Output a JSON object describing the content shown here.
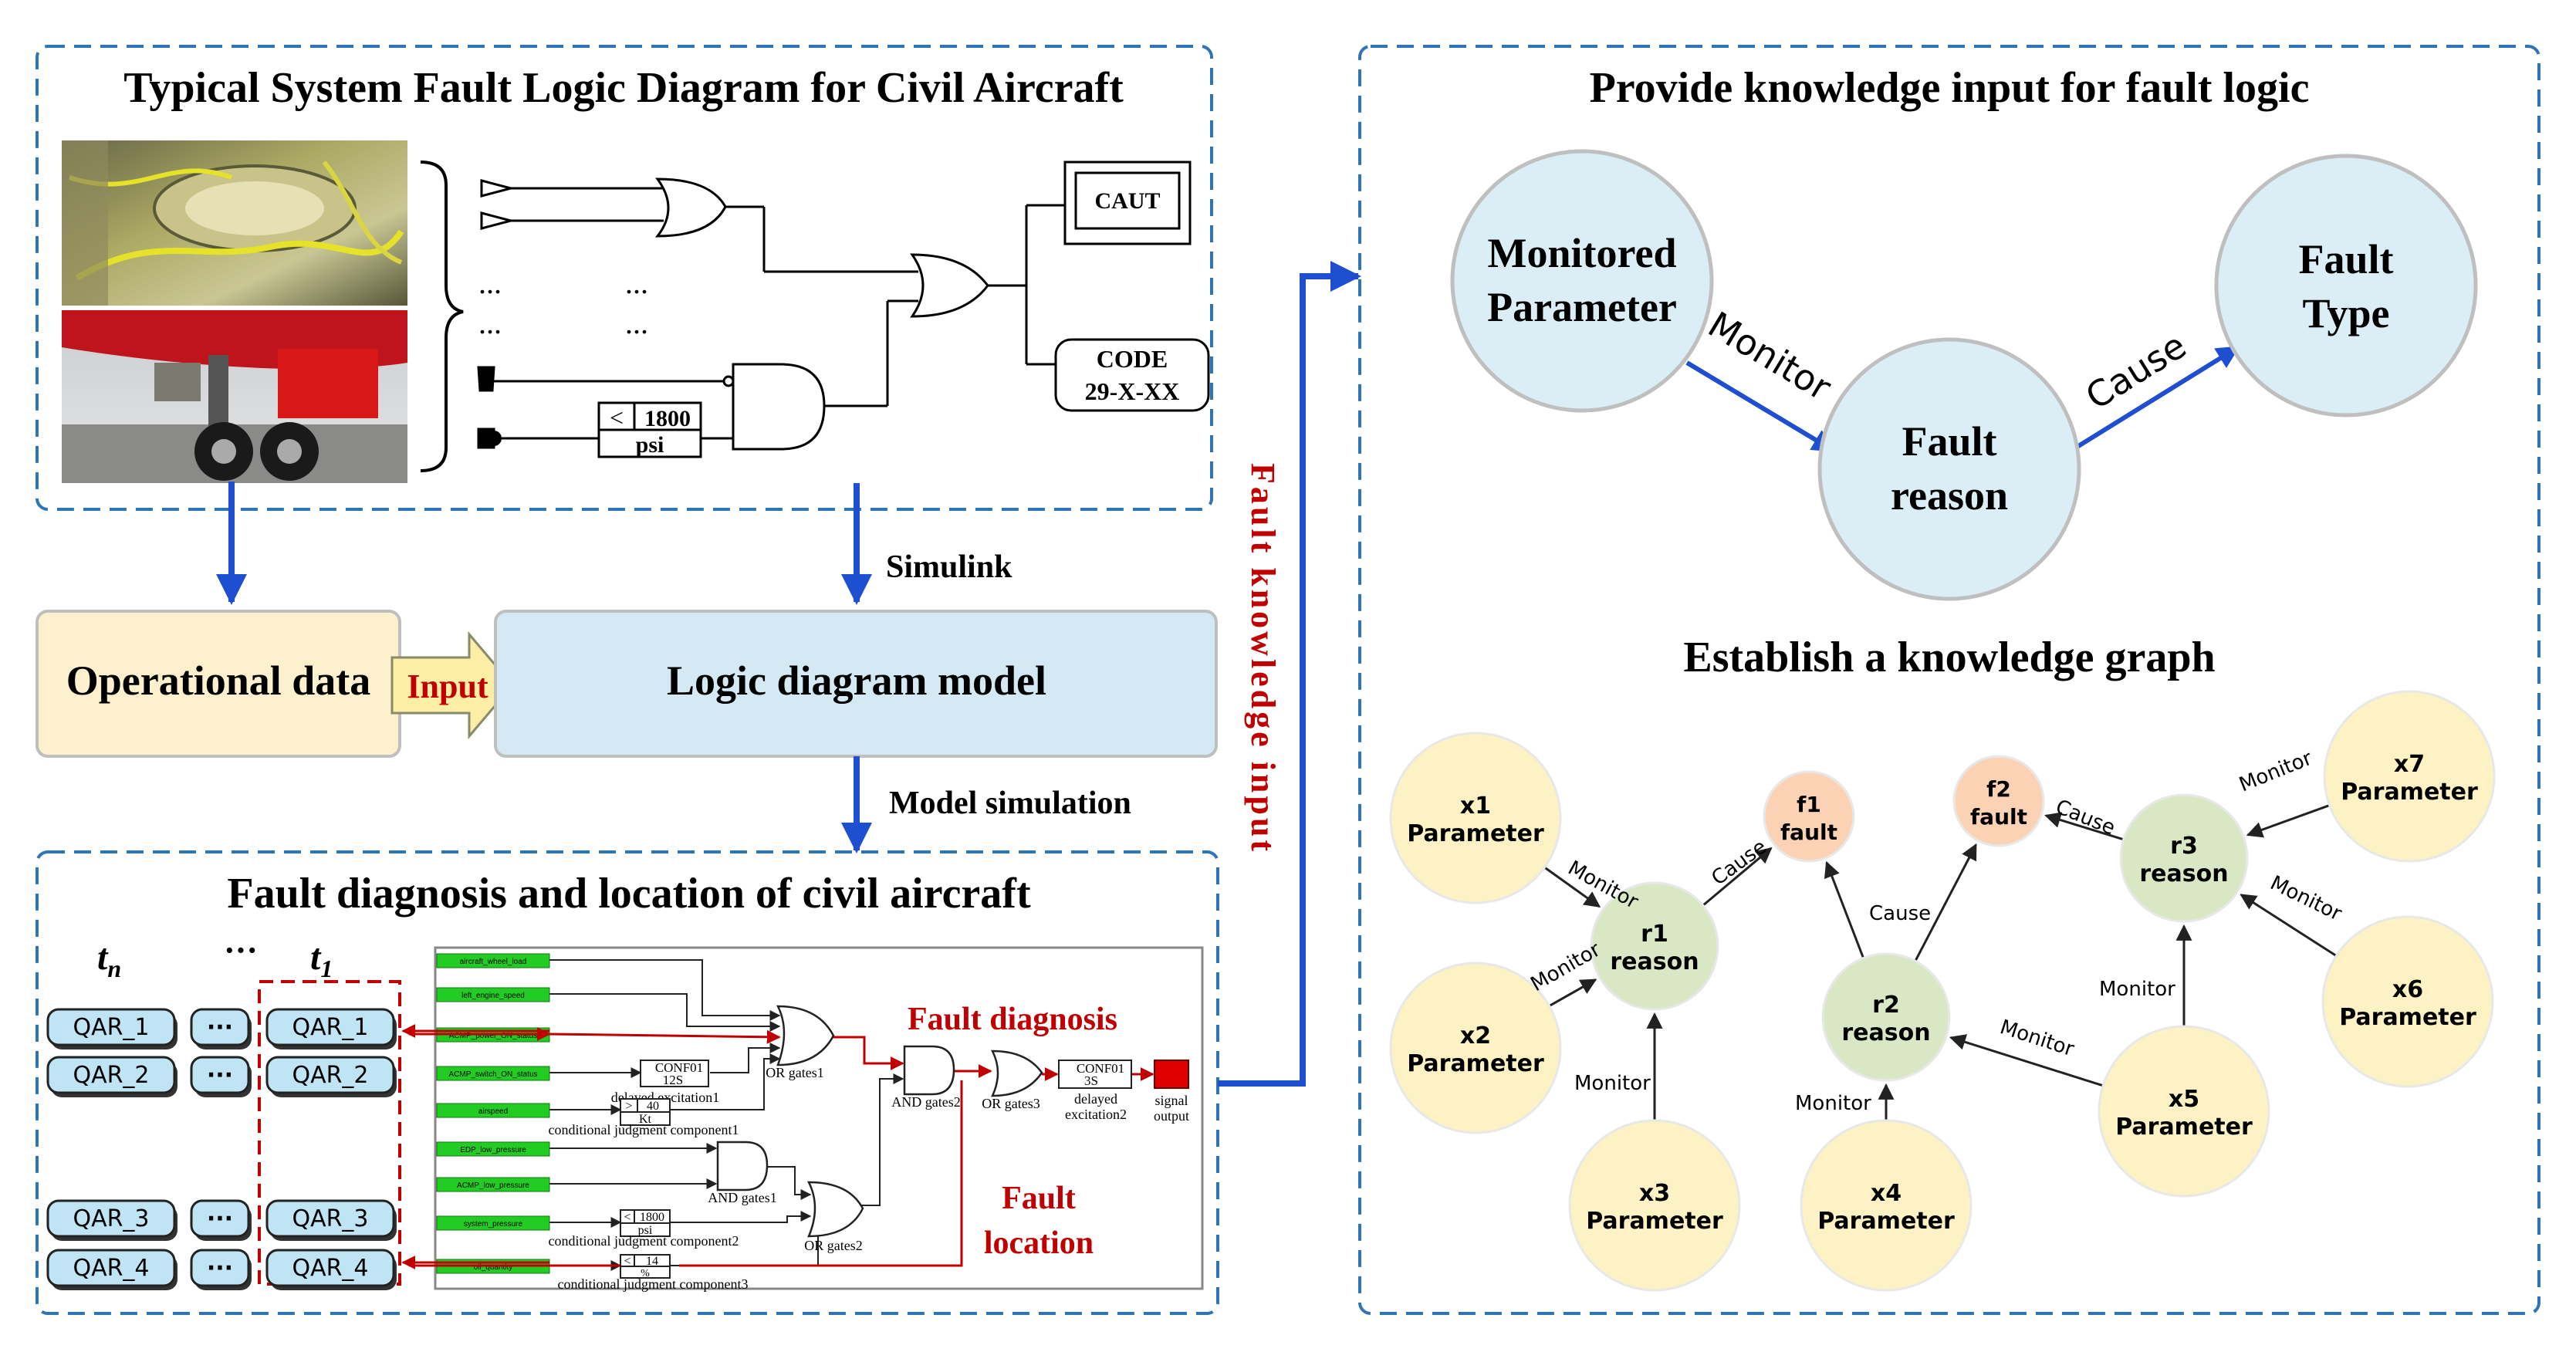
{
  "panels": {
    "typical_title": "Typical System Fault Logic Diagram for Civil Aircraft",
    "fault_diag_title": "Fault diagnosis and location of civil aircraft",
    "knowledge_input_title": "Provide knowledge input for fault logic",
    "kg_title": "Establish a knowledge graph"
  },
  "logic": {
    "caut": "CAUT",
    "code_line1": "CODE",
    "code_line2": "29-X-XX",
    "ellipsis": "...",
    "lt": "<",
    "threshold": "1800",
    "unit": "psi"
  },
  "flow": {
    "operational_data": "Operational data",
    "input_label": "Input",
    "logic_model": "Logic diagram model",
    "simulink": "Simulink",
    "model_simulation": "Model simulation",
    "fault_knowledge_input": "Fault knowledge input"
  },
  "qar": {
    "tn": "t",
    "tn_sub": "n",
    "t1": "t",
    "t1_sub": "1",
    "dots": "···",
    "left": [
      "QAR_1",
      "QAR_2",
      "QAR_3",
      "QAR_4"
    ],
    "mid": [
      "···",
      "···",
      "···",
      "···"
    ],
    "right": [
      "QAR_1",
      "QAR_2",
      "QAR_3",
      "QAR_4"
    ]
  },
  "simulink": {
    "signals": [
      "aircraft_wheel_load",
      "left_engine_speed",
      "ACMP_power_ON_status",
      "ACMP_switch_ON_status",
      "airspeed",
      "EDP_low_pressure",
      "ACMP_low_pressure",
      "system_pressure",
      "oil_quantity"
    ],
    "or_gates1": "OR gates1",
    "and_gates1": "AND gates1",
    "or_gates2": "OR gates2",
    "and_gates2": "AND gates2",
    "or_gates3": "OR gates3",
    "delayed1": "delayed excitation1",
    "delayed2_a": "delayed",
    "delayed2_b": "excitation2",
    "cond1": "conditional judgment component1",
    "cond2": "conditional judgment component2",
    "cond3": "conditional judgment component3",
    "conf01": "CONF01",
    "conf_12s": "12S",
    "conf_3s": "3S",
    "c1_op": ">",
    "c1_val": "40",
    "c1_unit": "Kt",
    "c2_op": "<",
    "c2_val": "1800",
    "c2_unit": "psi",
    "c3_op": "<",
    "c3_val": "14",
    "c3_unit": "%",
    "signal_output_a": "signal",
    "signal_output_b": "output",
    "fault_diagnosis": "Fault diagnosis",
    "fault_location_a": "Fault",
    "fault_location_b": "location"
  },
  "concept": {
    "monitored_a": "Monitored",
    "monitored_b": "Parameter",
    "fault_reason_a": "Fault",
    "fault_reason_b": "reason",
    "fault_type_a": "Fault",
    "fault_type_b": "Type",
    "monitor": "Monitor",
    "cause": "Cause"
  },
  "kg": {
    "x1": [
      "x1",
      "Parameter"
    ],
    "x2": [
      "x2",
      "Parameter"
    ],
    "x3": [
      "x3",
      "Parameter"
    ],
    "x4": [
      "x4",
      "Parameter"
    ],
    "x5": [
      "x5",
      "Parameter"
    ],
    "x6": [
      "x6",
      "Parameter"
    ],
    "x7": [
      "x7",
      "Parameter"
    ],
    "r1": [
      "r1",
      "reason"
    ],
    "r2": [
      "r2",
      "reason"
    ],
    "r3": [
      "r3",
      "reason"
    ],
    "f1": [
      "f1",
      "fault"
    ],
    "f2": [
      "f2",
      "fault"
    ],
    "monitor": "Monitor",
    "cause": "Cause"
  },
  "colors": {
    "dashed_border": "#2e75b6",
    "arrow_blue": "#1f4fd1",
    "flow_red": "#c00000",
    "param_fill": "#fdf2c4",
    "reason_fill": "#d9e7c5",
    "fault_fill": "#fbd3b4",
    "concept_fill": "#dbeef5",
    "opdata_fill": "#fdf0cc",
    "model_fill": "#d4e9f3",
    "qar_fill": "#bfe4f3",
    "signal_green": "#22cc22"
  }
}
